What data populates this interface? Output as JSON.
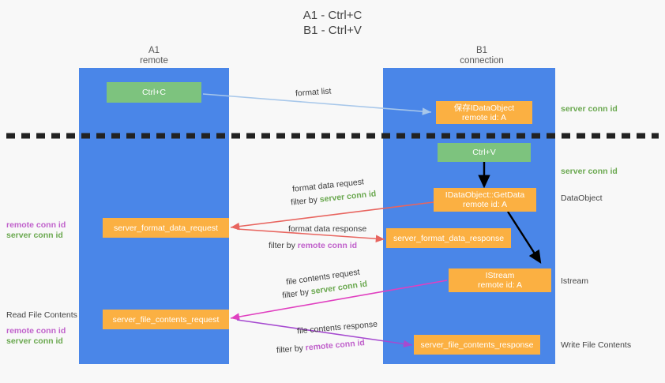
{
  "title": {
    "line1": "A1 - Ctrl+C",
    "line2": "B1 - Ctrl+V"
  },
  "columns": [
    {
      "name": "A1",
      "sub": "remote"
    },
    {
      "name": "B1",
      "sub": "connection"
    }
  ],
  "nodes": {
    "ctrl_c": {
      "label": "Ctrl+C"
    },
    "save_idataobject": {
      "label": "保存IDataObject",
      "sub": "remote id: A"
    },
    "ctrl_v": {
      "label": "Ctrl+V"
    },
    "getdata": {
      "label": "IDataObject::GetData",
      "sub": "remote id: A"
    },
    "format_data_request": {
      "label": "server_format_data_request"
    },
    "format_data_response": {
      "label": "server_format_data_response"
    },
    "istream": {
      "label": "IStream",
      "sub": "remote id: A"
    },
    "file_contents_request": {
      "label": "server_file_contents_request"
    },
    "file_contents_response": {
      "label": "server_file_contents_response"
    }
  },
  "edges": {
    "format_list": "format list",
    "format_data_request": "format data request",
    "format_data_request_filter_prefix": "filter by ",
    "format_data_request_filter_key": "server conn id",
    "format_data_response": "format data response",
    "format_data_response_filter_prefix": "filter by ",
    "format_data_response_filter_key": "remote conn id",
    "file_contents_request": "file contents request",
    "file_contents_request_filter_prefix": "filter by ",
    "file_contents_request_filter_key": "server conn id",
    "file_contents_response": "file contents response",
    "file_contents_response_filter_prefix": "filter by ",
    "file_contents_response_filter_key": "remote conn id"
  },
  "side_labels": {
    "right_server_conn_1": "server conn id",
    "right_server_conn_2": "server conn id",
    "right_dataobject": "DataObject",
    "right_istream": "Istream",
    "right_write_file_contents": "Write File Contents",
    "left_remote_conn_1": "remote conn id",
    "left_server_conn_1": "server conn id",
    "left_read_file_contents": "Read File Contents",
    "left_remote_conn_2": "remote conn id",
    "left_server_conn_2": "server conn id"
  },
  "colors": {
    "lane": "#4a86e8",
    "green_node": "#7dc37e",
    "orange_node": "#fbb042",
    "server_conn_id": "#6aa84f",
    "remote_conn_id": "#c061cb",
    "arrow_blue": "#a7c7ea",
    "arrow_red": "#e8655f",
    "arrow_magenta": "#e040c0",
    "arrow_purple": "#a64ad0",
    "arrow_black": "#000000",
    "divider": "#222222",
    "background": "#f8f8f8"
  }
}
